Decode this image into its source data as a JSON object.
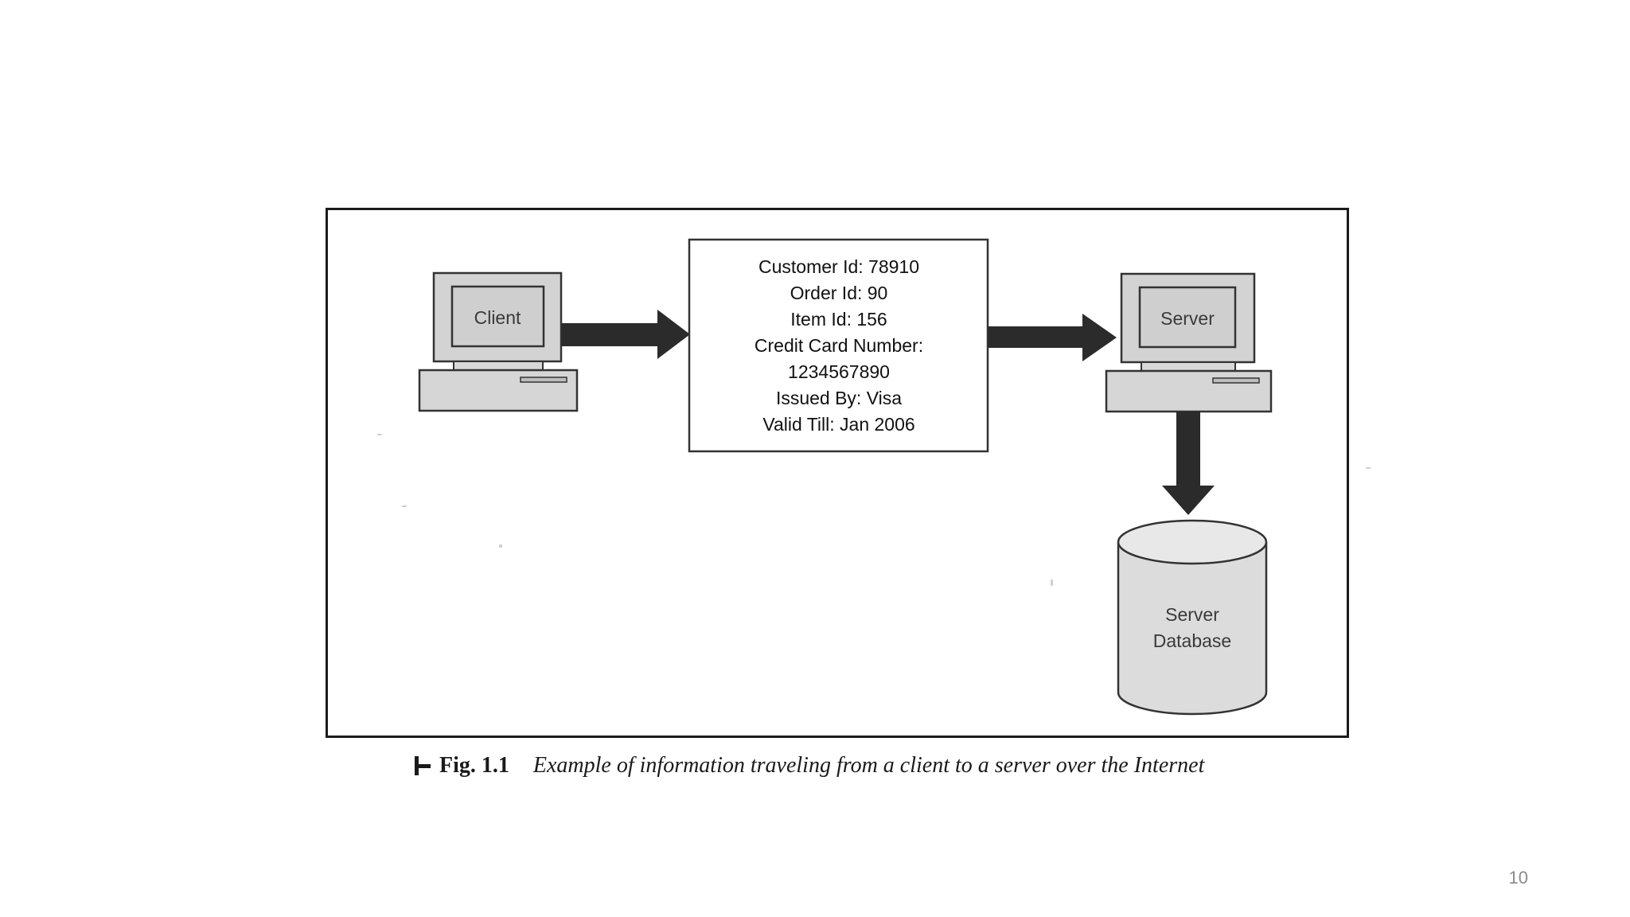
{
  "figure": {
    "nodes": {
      "client": {
        "label": "Client"
      },
      "server": {
        "label": "Server"
      },
      "database": {
        "label_lines": [
          "Server",
          "Database"
        ]
      }
    },
    "payload": {
      "lines": [
        "Customer Id: 78910",
        "Order Id: 90",
        "Item Id: 156",
        "Credit Card Number:",
        "1234567890",
        "Issued By: Visa",
        "Valid Till: Jan 2006"
      ]
    },
    "edges": [
      {
        "from": "client",
        "to": "payload"
      },
      {
        "from": "payload",
        "to": "server"
      },
      {
        "from": "server",
        "to": "database"
      }
    ],
    "caption": {
      "label": "Fig. 1.1",
      "text": "Example of information traveling from a client to a server over the Internet"
    }
  },
  "slide": {
    "page_number": "10"
  },
  "colors": {
    "arrow": "#2b2b2b",
    "monitor_fill": "#d3d3d3",
    "screen_fill": "#cfcfcf",
    "database_fill": "#dcdcdc",
    "frame_border": "#1c1c1c",
    "page_number": "#8a8a8a"
  }
}
